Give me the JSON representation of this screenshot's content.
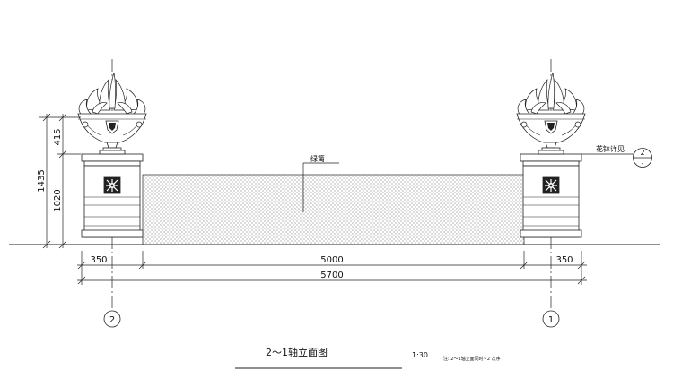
{
  "dimensions": {
    "left_pier": "350",
    "center_span": "5000",
    "right_pier": "350",
    "overall": "5700",
    "total_height": "1435",
    "pier_height": "1020",
    "planter_height": "415"
  },
  "labels": {
    "hedge": "绿篱",
    "planter_detail": "花钵详见",
    "detail_ref_top": "2",
    "detail_ref_bottom": "-"
  },
  "axes": {
    "left": "2",
    "right": "1"
  },
  "title": {
    "name": "2～1轴立面图",
    "scale": "1:30",
    "note": "注: 2～1轴立面同时~2 次序"
  }
}
